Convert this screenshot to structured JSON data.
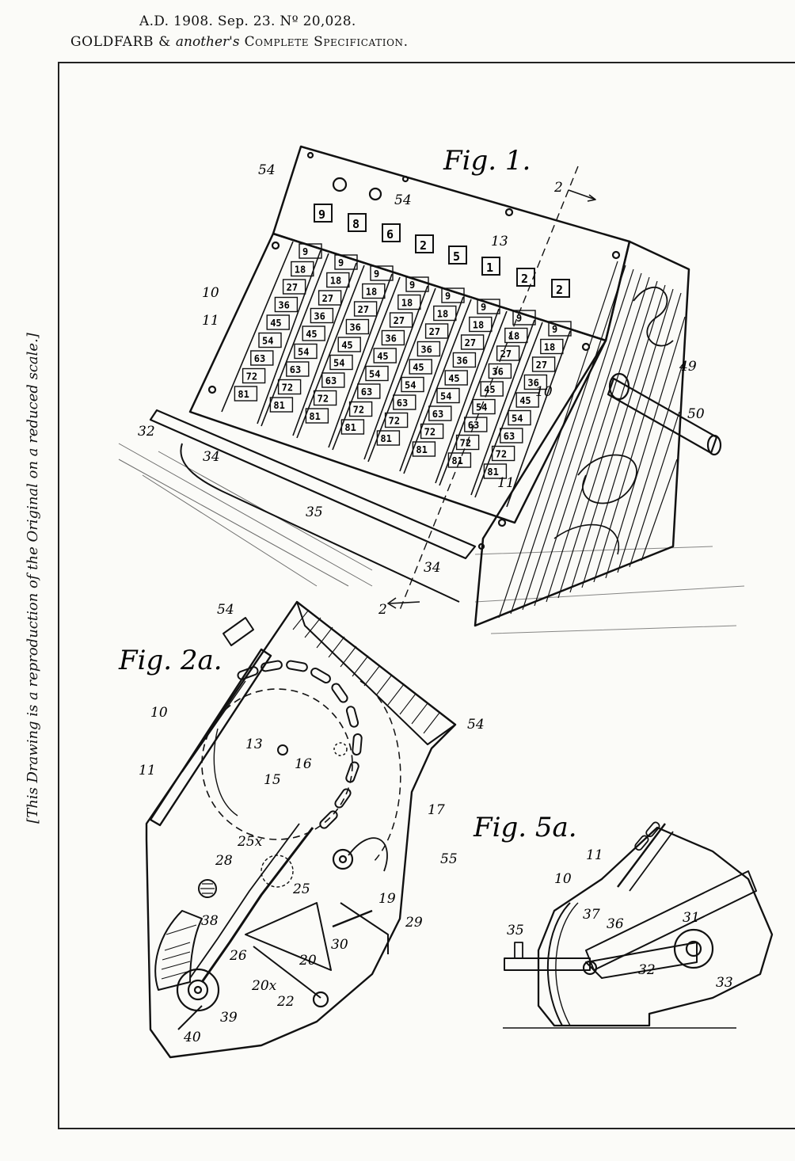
{
  "header": {
    "line1": "A.D. 1908. Sep. 23. Nº 20,028.",
    "line2_names": "GOLDFARB &",
    "line2_italic": "another's",
    "line2_rest": "Complete Specification."
  },
  "side_note": "[This Drawing is a reproduction of the Original on a reduced scale.]",
  "figures": {
    "fig1": {
      "label": "Fig. 1.",
      "window_digits": [
        "9",
        "8",
        "6",
        "2",
        "5",
        "1",
        "2",
        "2"
      ],
      "wheel_values": [
        "9",
        "18",
        "27",
        "36",
        "45",
        "54",
        "63",
        "72",
        "81"
      ],
      "labels": {
        "l54a": "54",
        "l54b": "54",
        "l13": "13",
        "l2a": "2",
        "l2b": "2",
        "l10a": "10",
        "l11a": "11",
        "l10b": "10",
        "l11b": "11",
        "l49": "49",
        "l50": "50",
        "l32": "32",
        "l34a": "34",
        "l34b": "34",
        "l35": "35"
      }
    },
    "fig2": {
      "label": "Fig. 2a.",
      "labels": {
        "l54a": "54",
        "l54b": "54",
        "l10": "10",
        "l11": "11",
        "l13": "13",
        "l15": "15",
        "l16": "16",
        "l17": "17",
        "l25x": "25x",
        "l28": "28",
        "l25": "25",
        "l55": "55",
        "l19": "19",
        "l29": "29",
        "l38": "38",
        "l26": "26",
        "l30": "30",
        "l20": "20",
        "l20x": "20x",
        "l22": "22",
        "l39": "39",
        "l40": "40"
      }
    },
    "fig5": {
      "label": "Fig. 5a.",
      "labels": {
        "l11": "11",
        "l10": "10",
        "l37": "37",
        "l36": "36",
        "l31": "31",
        "l35": "35",
        "l32": "32",
        "l33": "33"
      }
    }
  }
}
